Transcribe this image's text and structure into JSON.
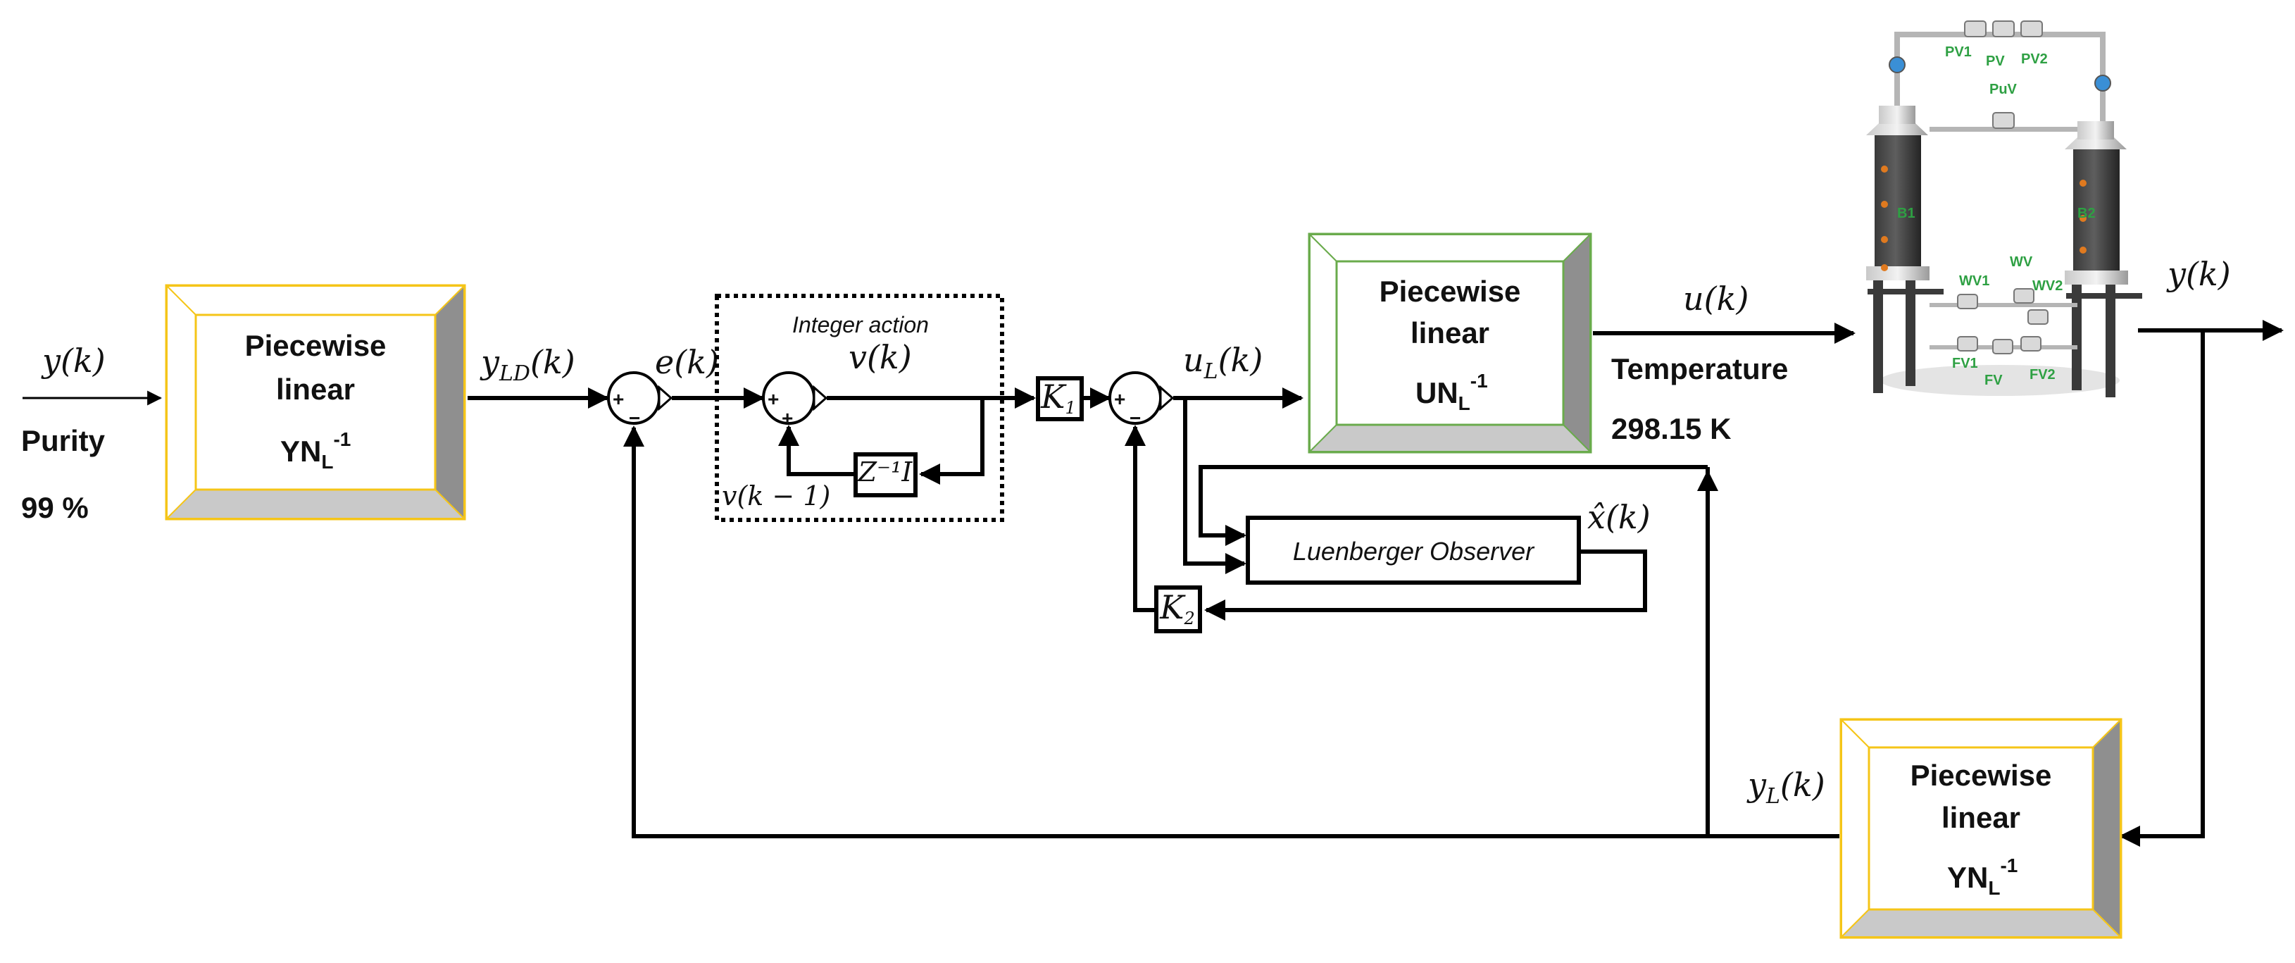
{
  "input": {
    "signal": "y(k)",
    "label": "Purity",
    "value": "99 %"
  },
  "block_input_linearizer": {
    "line1": "Piecewise",
    "line2": "linear",
    "fn": "YN",
    "sub": "L",
    "sup": "-1"
  },
  "signal_yld": "y_LD(k)",
  "signal_error": "e(k)",
  "integer_action": {
    "title": "Integer action",
    "v": "v(k)",
    "v_prev": "v(k − 1)",
    "delay": "Z⁻¹I"
  },
  "gains": {
    "k1": "K",
    "k1_sub": "1",
    "k2": "K",
    "k2_sub": "2"
  },
  "signal_ul": "u_L(k)",
  "block_output_linearizer": {
    "line1": "Piecewise",
    "line2": "linear",
    "fn": "UN",
    "sub": "L",
    "sup": "-1"
  },
  "signal_u": "u(k)",
  "temperature": {
    "label": "Temperature",
    "value": "298.15 K"
  },
  "observer": {
    "label": "Luenberger Observer",
    "estimate": "x̂(k)"
  },
  "plant_output": "y(k)",
  "block_feedback_linearizer": {
    "line1": "Piecewise",
    "line2": "linear",
    "fn": "YN",
    "sub": "L",
    "sup": "-1"
  },
  "signal_yl": "y_L(k)",
  "plant": {
    "valves": [
      "PV1",
      "PV",
      "PV2",
      "PuV",
      "B1",
      "B2",
      "WV1",
      "WV",
      "WV2",
      "FV1",
      "FV",
      "FV2"
    ]
  },
  "colors": {
    "yellow_frame": "#f5c518",
    "green_frame": "#6aab4c",
    "bevel_grey": "#8f8f8f",
    "valve_green": "#2ea043"
  }
}
